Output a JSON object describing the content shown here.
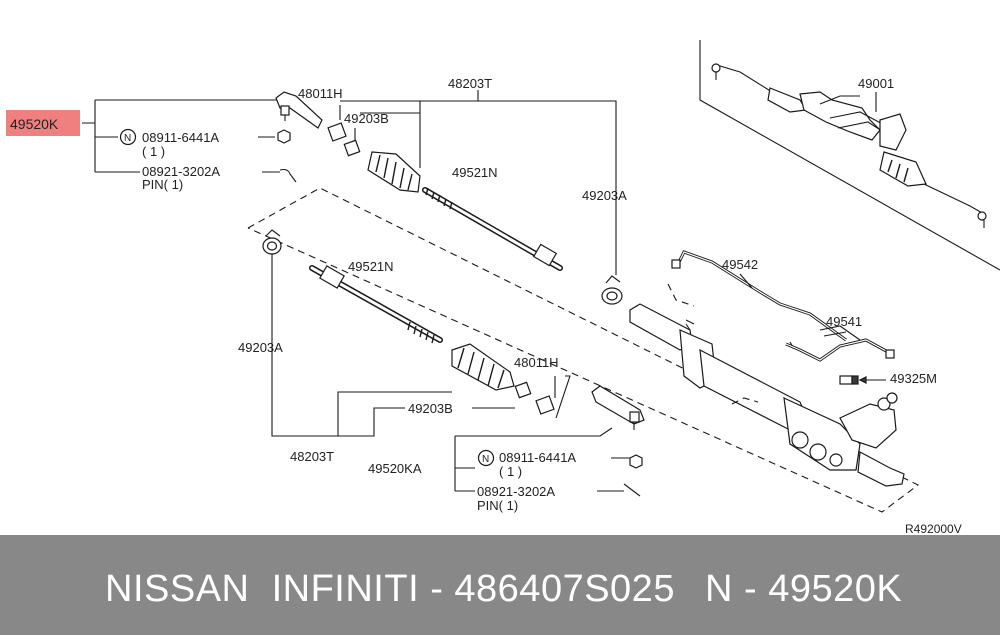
{
  "diagram": {
    "highlight": "#f08080",
    "labels": {
      "tie_rod_end_upper": "49520K",
      "boot_clamp_small_upper": "48011H",
      "boot_kit_upper": "48203T",
      "band_upper": "49203B",
      "nut_upper": "08911-6441A",
      "nut_qty_upper": "( 1 )",
      "pin_upper": "08921-3202A",
      "pin_qty_upper": "PIN( 1)",
      "inner_socket_upper": "49521N",
      "band_a_upper": "49203A",
      "gear_assy": "49001",
      "inner_socket_lower": "49521N",
      "band_a_lower": "49203A",
      "tube_a": "49542",
      "tube_b": "49541",
      "o_ring": "49325M",
      "boot_clamp_small_lower": "48011H",
      "band_lower": "49203B",
      "boot_kit_lower": "48203T",
      "tie_rod_end_lower": "49520KA",
      "nut_lower": "08911-6441A",
      "nut_qty_lower": "( 1 )",
      "pin_lower": "08921-3202A",
      "pin_qty_lower": "PIN( 1)",
      "circle_n": "N",
      "ref_code": "R492000V"
    }
  },
  "footer": {
    "title": "NISSAN  INFINITI - 486407S025",
    "part_number": "N - 49520K"
  }
}
